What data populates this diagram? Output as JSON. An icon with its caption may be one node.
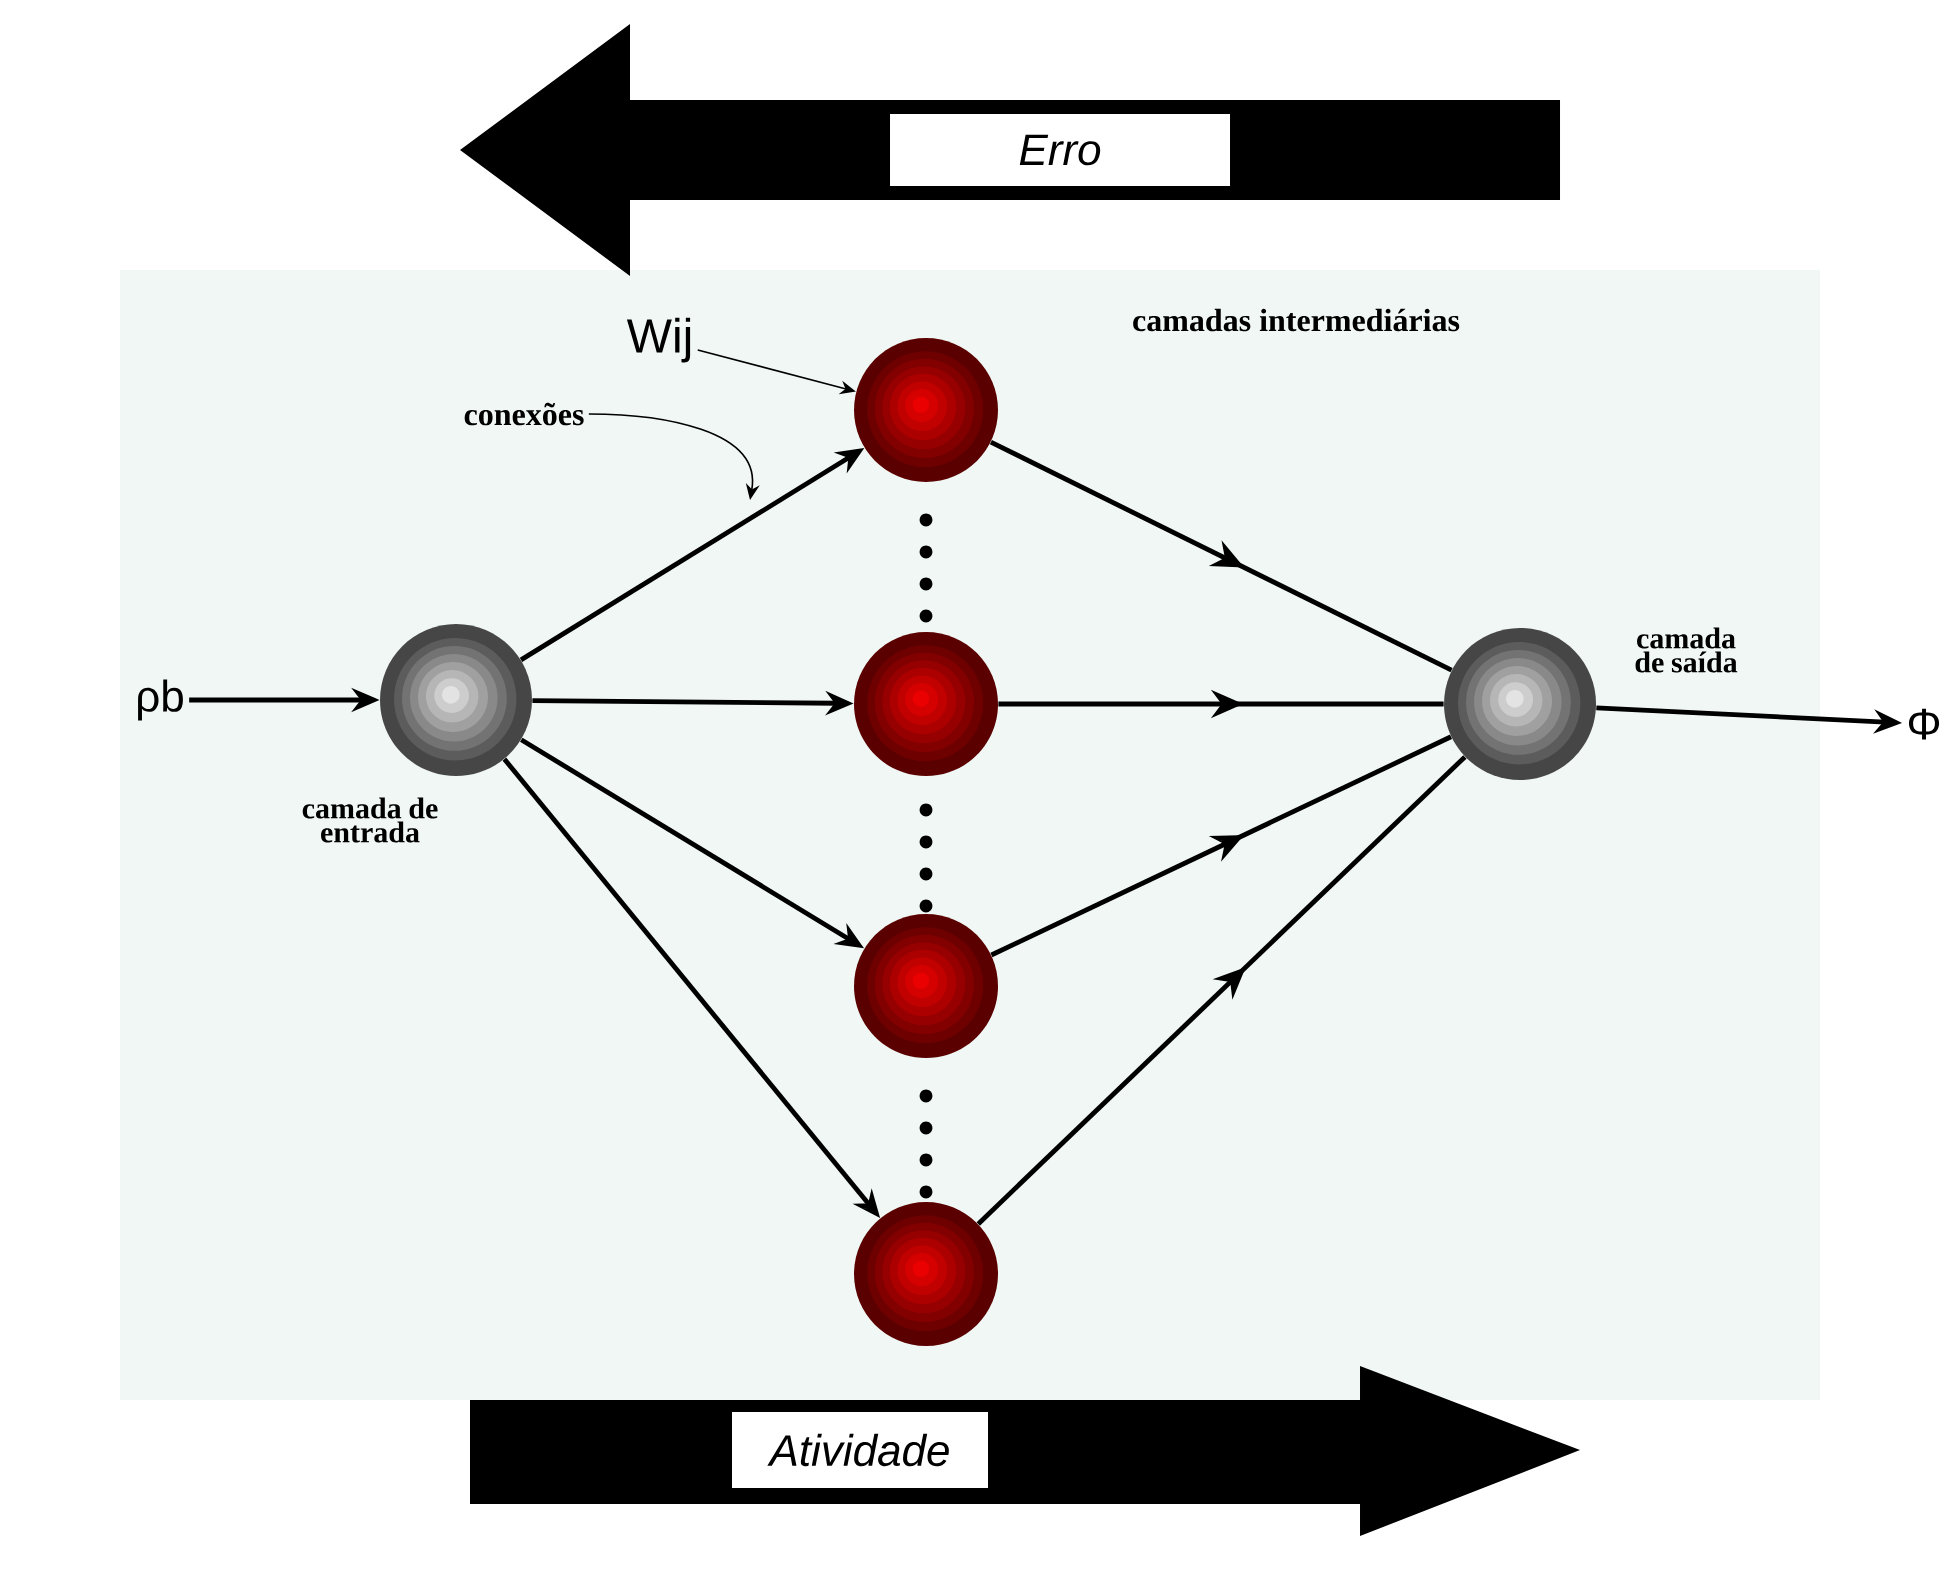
{
  "diagram": {
    "nodes": [
      {
        "text": [
          "ρb"
        ]
      },
      {
        "text": [],
        "shape": "circle",
        "beside": [
          "camada de entrada"
        ]
      },
      {
        "text": [],
        "shape": "circle"
      },
      {
        "text": [],
        "shape": "circle"
      },
      {
        "text": [],
        "shape": "circle"
      },
      {
        "text": [],
        "shape": "circle"
      },
      {
        "text": [],
        "shape": "circle",
        "beside": [
          "camada de saída"
        ]
      },
      {
        "text": [
          "Φ"
        ]
      },
      {
        "text": [
          "Wij"
        ]
      },
      {
        "text": [
          "conexões"
        ]
      }
    ],
    "edges": [
      {
        "from": 0,
        "to": 1,
        "arrow": "to"
      },
      {
        "from": 1,
        "to": 2,
        "arrow": "to"
      },
      {
        "from": 1,
        "to": 3,
        "arrow": "to"
      },
      {
        "from": 1,
        "to": 4,
        "arrow": "to"
      },
      {
        "from": 1,
        "to": 5,
        "arrow": "to"
      },
      {
        "from": 2,
        "to": 6,
        "arrow": "to"
      },
      {
        "from": 3,
        "to": 6,
        "arrow": "to"
      },
      {
        "from": 4,
        "to": 6,
        "arrow": "to"
      },
      {
        "from": 5,
        "to": 6,
        "arrow": "to"
      },
      {
        "from": 6,
        "to": 7,
        "arrow": "to"
      },
      {
        "from": 8,
        "to": 2,
        "arrow": "to"
      },
      {
        "from": 9,
        "to": null,
        "arrow": "to"
      }
    ],
    "labels": [
      "Erro",
      "camadas intermediárias",
      "Atividade"
    ]
  }
}
